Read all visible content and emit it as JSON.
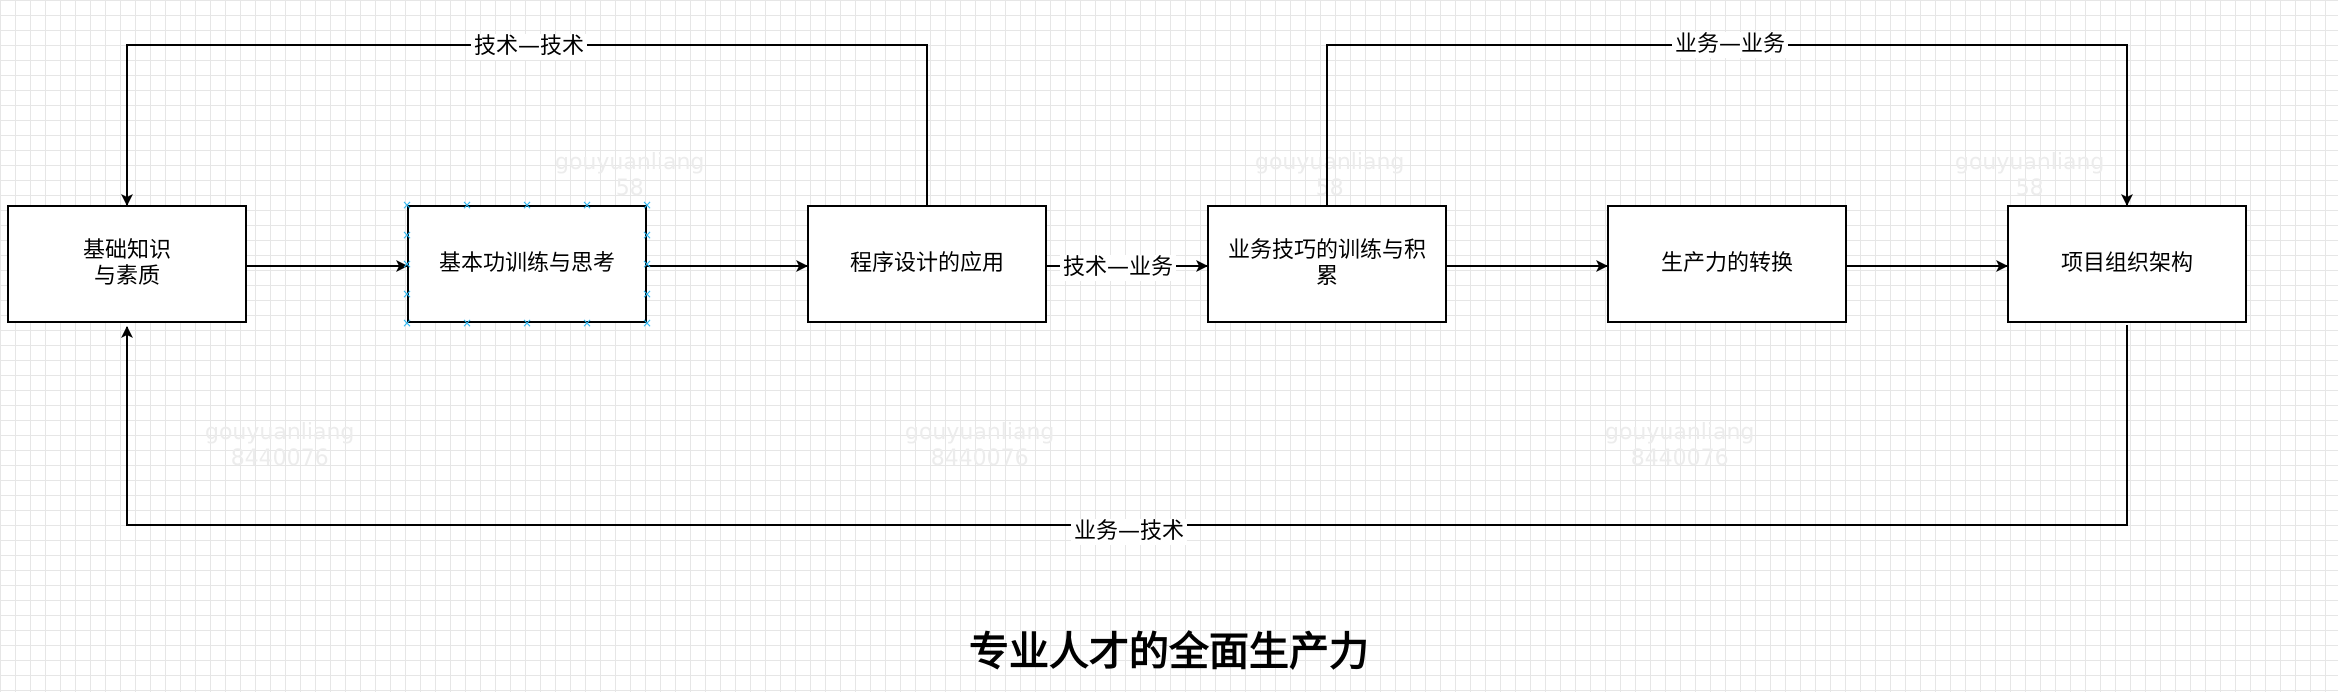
{
  "title": "专业人才的全面生产力",
  "nodes": [
    {
      "id": "n1",
      "label": "基础知识\n与素质"
    },
    {
      "id": "n2",
      "label": "基本功训练与思考"
    },
    {
      "id": "n3",
      "label": "程序设计的应用"
    },
    {
      "id": "n4",
      "label": "业务技巧的训练与积\n累"
    },
    {
      "id": "n5",
      "label": "生产力的转换"
    },
    {
      "id": "n6",
      "label": "项目组织架构"
    }
  ],
  "edges": [
    {
      "from": "n1",
      "to": "n2",
      "label": ""
    },
    {
      "from": "n2",
      "to": "n3",
      "label": ""
    },
    {
      "from": "n3",
      "to": "n4",
      "label": "技术—业务"
    },
    {
      "from": "n4",
      "to": "n5",
      "label": ""
    },
    {
      "from": "n5",
      "to": "n6",
      "label": ""
    },
    {
      "from": "n3",
      "to": "n1",
      "label": "技术—技术"
    },
    {
      "from": "n4",
      "to": "n6",
      "label": "业务—业务"
    },
    {
      "from": "n6",
      "to": "n1",
      "label": "业务—技术"
    }
  ],
  "selected_node": "n2",
  "colors": {
    "stroke": "#000000",
    "selection_handle": "#29b6f2",
    "grid": "#e6e6e6"
  }
}
